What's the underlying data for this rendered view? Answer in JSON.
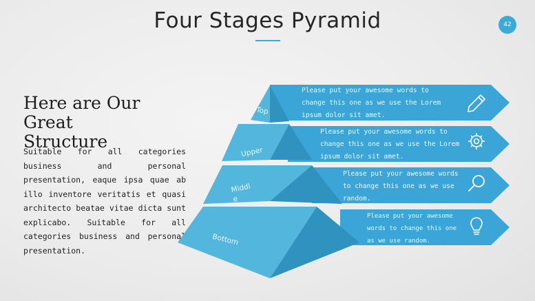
{
  "slide": {
    "title": "Four Stages Pyramid",
    "number": "42"
  },
  "intro": {
    "heading": "Here are Our Great Structure",
    "body": "Suitable for all categories business and personal presentation, eaque ipsa quae ab illo inventore veritatis et quasi architecto beatae vitae dicta sunt explicabo. Suitable for all categories business and personal presentation."
  },
  "stages": [
    {
      "label": "Top",
      "text": "Please put your awesome words to change this one as we use the Lorem ipsum dolor sit amet.",
      "icon": "pencil-icon"
    },
    {
      "label": "Upper",
      "text": "Please put your awesome words to change this one as we use the Lorem ipsum dolor sit amet.",
      "icon": "gear-icon"
    },
    {
      "label": "Middle",
      "text": "Please put your awesome words to change this one as we use random.",
      "icon": "magnifier-icon"
    },
    {
      "label": "Bottom",
      "text": "Please put your awesome words to change this one as we use random.",
      "icon": "lightbulb-icon"
    }
  ],
  "colors": {
    "accent": "#3aa9d4",
    "pyramid_light": "#5bbfe0",
    "pyramid_dark": "#2e8fbd"
  }
}
